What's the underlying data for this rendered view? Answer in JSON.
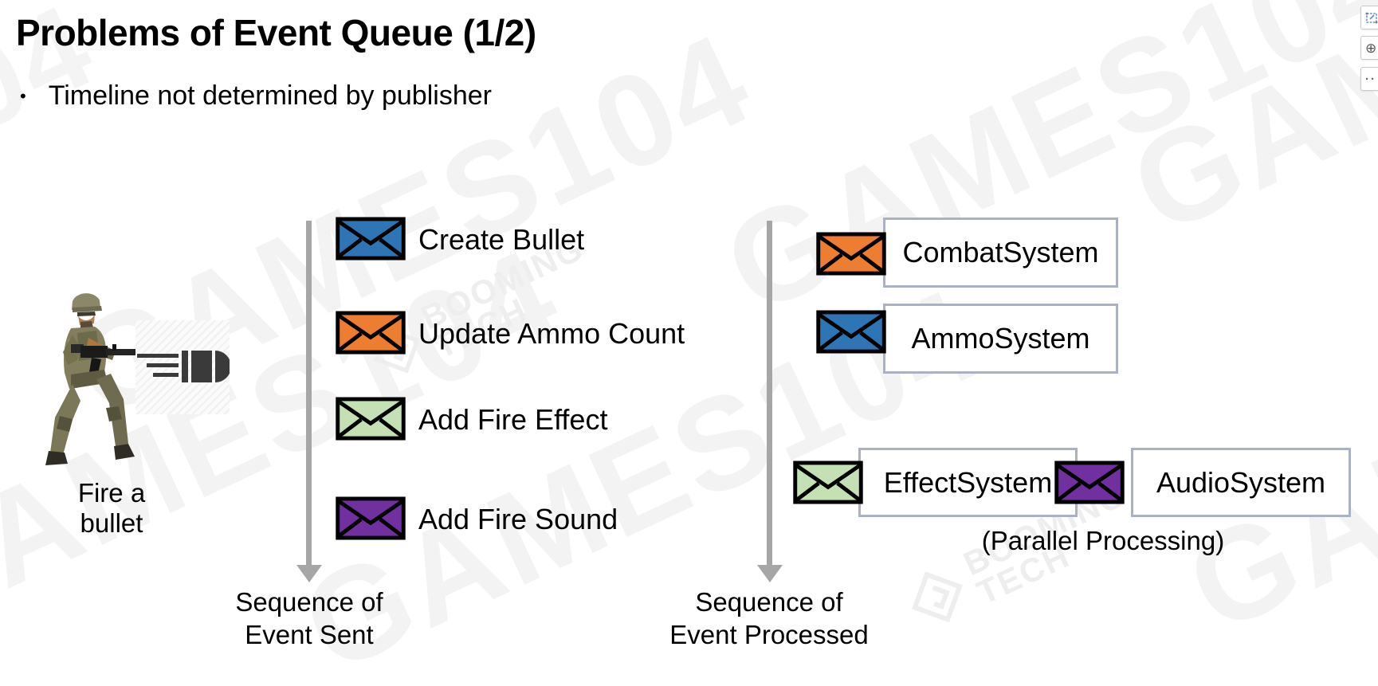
{
  "title": "Problems of Event Queue (1/2)",
  "bullet_point": "Timeline not determined by publisher",
  "actor": {
    "caption": "Fire a bullet"
  },
  "sent_column": {
    "events": [
      {
        "label": "Create Bullet",
        "color": "#2e75b6"
      },
      {
        "label": "Update Ammo Count",
        "color": "#ed7d31"
      },
      {
        "label": "Add Fire Effect",
        "color": "#c5e0b4"
      },
      {
        "label": "Add Fire Sound",
        "color": "#7030a0"
      }
    ],
    "axis_label_line1": "Sequence of",
    "axis_label_line2": "Event Sent"
  },
  "processed_column": {
    "systems": [
      {
        "label": "CombatSystem",
        "color": "#ed7d31"
      },
      {
        "label": "AmmoSystem",
        "color": "#2e75b6"
      }
    ],
    "parallel_systems": [
      {
        "label": "EffectSystem",
        "color": "#c5e0b4"
      },
      {
        "label": "AudioSystem",
        "color": "#7030a0"
      }
    ],
    "parallel_note": "(Parallel Processing)",
    "axis_label_line1": "Sequence of",
    "axis_label_line2": "Event Processed"
  },
  "watermarks": {
    "games": "GAMES104",
    "games_fragment": "04",
    "brand_line1": "BOOMING",
    "brand_line2": "TECH"
  },
  "overlay_buttons": {
    "zoom_glyph": "⊕",
    "more_glyph": "··"
  },
  "colors": {
    "arrow_gray": "#a6a6a6",
    "box_border": "#aab1c2",
    "envelope_stroke": "#000000"
  }
}
